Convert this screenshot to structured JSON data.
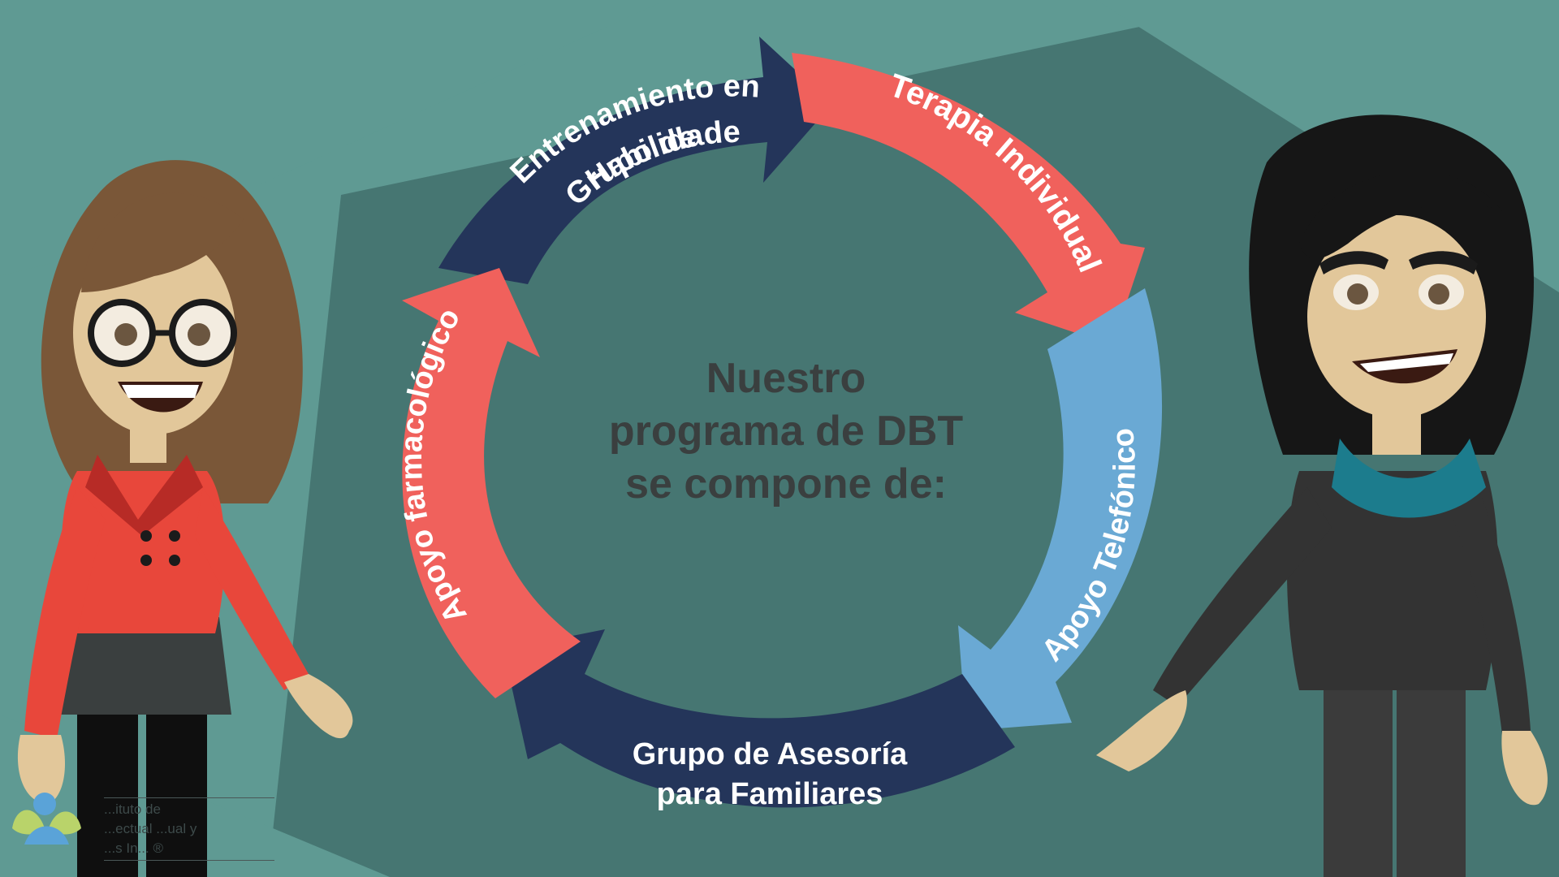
{
  "diagram": {
    "center_title_lines": [
      "Nuestro",
      "programa de DBT",
      "se compone de:"
    ],
    "components": [
      {
        "id": "skills-group",
        "label_lines": [
          "Grupo de",
          "Entrenamiento en",
          "Habilidades"
        ],
        "color": "#24355a"
      },
      {
        "id": "individual-therapy",
        "label_lines": [
          "Terapia Individual"
        ],
        "color": "#f0615c"
      },
      {
        "id": "phone-support",
        "label_lines": [
          "Apoyo Telefónico"
        ],
        "color": "#6aa9d4"
      },
      {
        "id": "family-group",
        "label_lines": [
          "Grupo de Asesoría",
          "para Familiares"
        ],
        "color": "#24355a"
      },
      {
        "id": "pharma-support",
        "label_lines": [
          "Apoyo farmacológico"
        ],
        "color": "#f0615c"
      }
    ]
  },
  "logo": {
    "text_lines": [
      "...ituto de",
      "...ectual ...ual y",
      "...s In... ®"
    ]
  },
  "colors": {
    "background": "#5f9a93",
    "wedge": "#467672",
    "center_text": "#3a3f3f",
    "label_text": "#ffffff"
  }
}
